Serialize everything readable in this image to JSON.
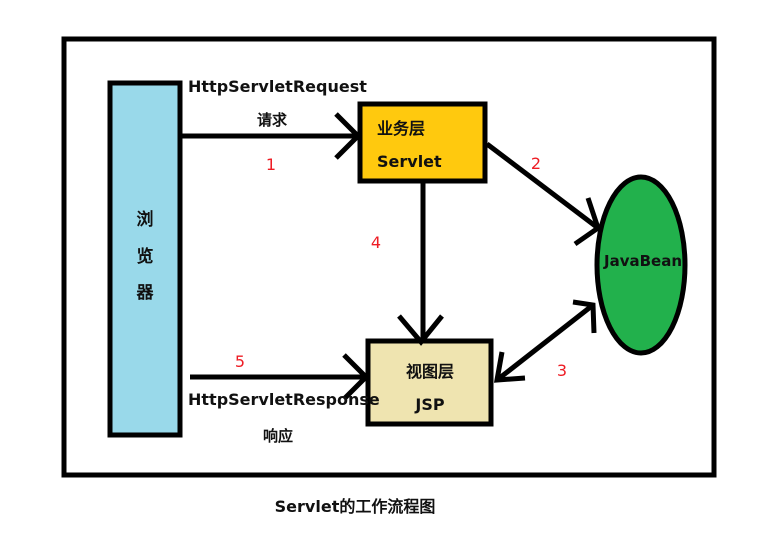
{
  "diagram": {
    "caption": "Servlet的工作流程图",
    "colors": {
      "browser_fill": "#99d9ea",
      "servlet_fill": "#ffc90e",
      "jsp_fill": "#efe4b0",
      "javabean_fill": "#22b14c",
      "stroke": "#000000",
      "step_number": "#ee1c24"
    },
    "nodes": {
      "browser": {
        "label_chars": [
          "浏",
          "览",
          "器"
        ]
      },
      "servlet": {
        "line1": "业务层",
        "line2": "Servlet"
      },
      "jsp": {
        "line1": "视图层",
        "line2": "JSP"
      },
      "javabean": {
        "label": "JavaBean"
      }
    },
    "edges": {
      "request": {
        "step": "1",
        "label_top": "HttpServletRequest",
        "label_sub": "请求",
        "from": "browser",
        "to": "servlet"
      },
      "servlet_to_bean": {
        "step": "2",
        "from": "servlet",
        "to": "javabean"
      },
      "jsp_bean": {
        "step": "3",
        "from": "jsp",
        "to": "javabean",
        "bidirectional": true
      },
      "servlet_to_jsp": {
        "step": "4",
        "from": "servlet",
        "to": "jsp"
      },
      "response": {
        "step": "5",
        "label_top": "HttpServletResponse",
        "label_sub": "响应",
        "from": "browser",
        "to": "jsp"
      }
    }
  }
}
